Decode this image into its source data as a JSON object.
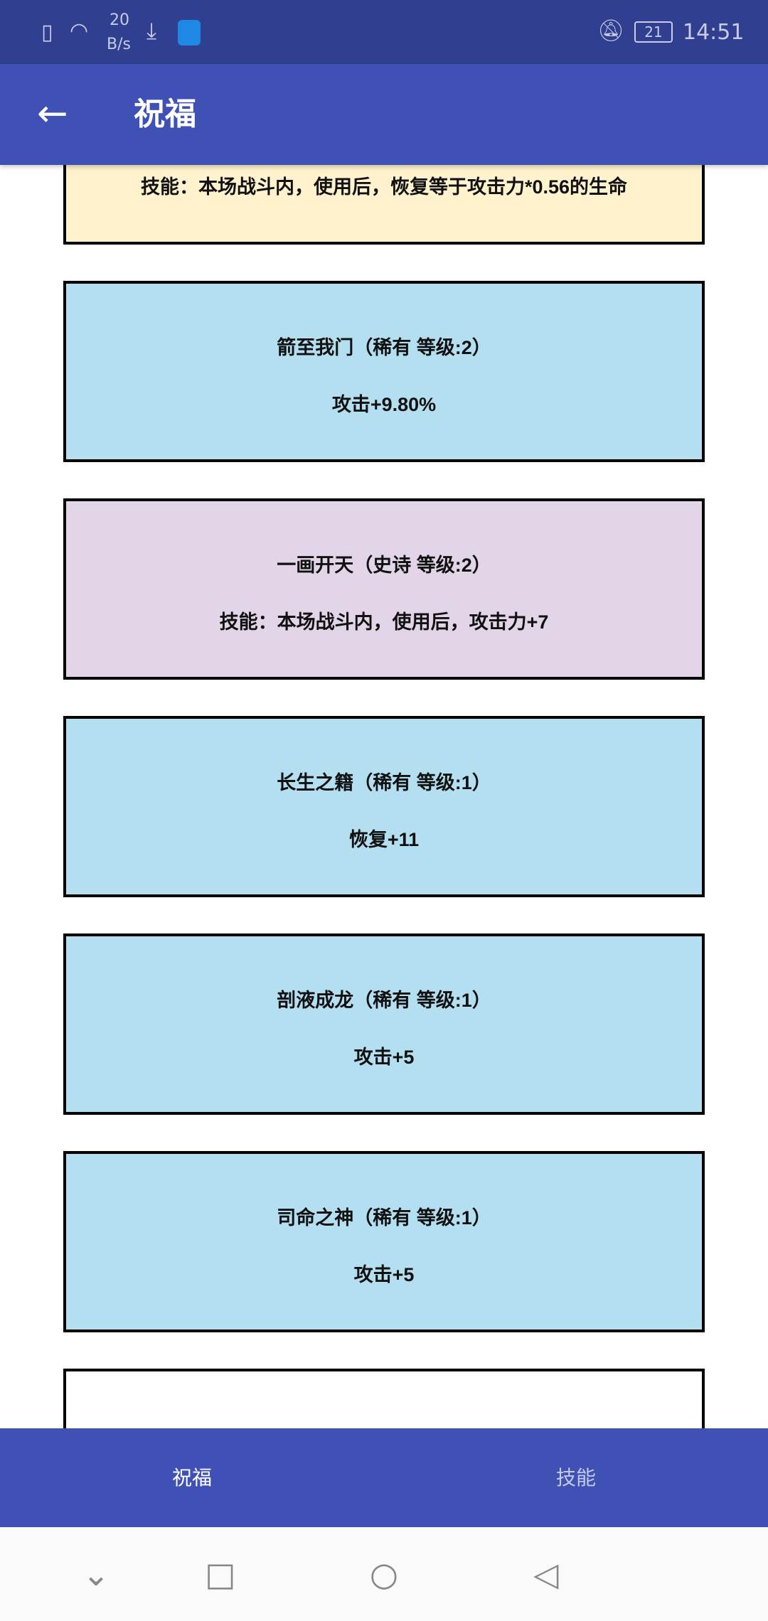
{
  "status_bar": {
    "net_speed_value": "20",
    "net_speed_unit": "B/s",
    "battery": "21",
    "time": "14:51"
  },
  "app_bar": {
    "title": "祝福"
  },
  "colors": {
    "primary": "#3f51b5",
    "status": "#303f8f",
    "rare": "#b3dff0",
    "epic": "#e1d5e7",
    "legendary": "#fff2cc"
  },
  "cards": [
    {
      "title": "",
      "desc": "技能：本场战斗内，使用后，恢复等于攻击力*0.56的生命",
      "color": "#fff2cc"
    },
    {
      "title": "箭至我门（稀有 等级:2）",
      "desc": "攻击+9.80%",
      "color": "#b3dff0"
    },
    {
      "title": "一画开天（史诗 等级:2）",
      "desc": "技能：本场战斗内，使用后，攻击力+7",
      "color": "#e1d5e7"
    },
    {
      "title": "长生之籍（稀有 等级:1）",
      "desc": "恢复+11",
      "color": "#b3dff0"
    },
    {
      "title": "剖液成龙（稀有 等级:1）",
      "desc": "攻击+5",
      "color": "#b3dff0"
    },
    {
      "title": "司命之神（稀有 等级:1）",
      "desc": "攻击+5",
      "color": "#b3dff0"
    },
    {
      "title": "",
      "desc": "",
      "color": "#ffffff"
    }
  ],
  "bottom_nav": {
    "tabs": [
      {
        "label": "祝福",
        "active": true
      },
      {
        "label": "技能",
        "active": false
      }
    ]
  }
}
